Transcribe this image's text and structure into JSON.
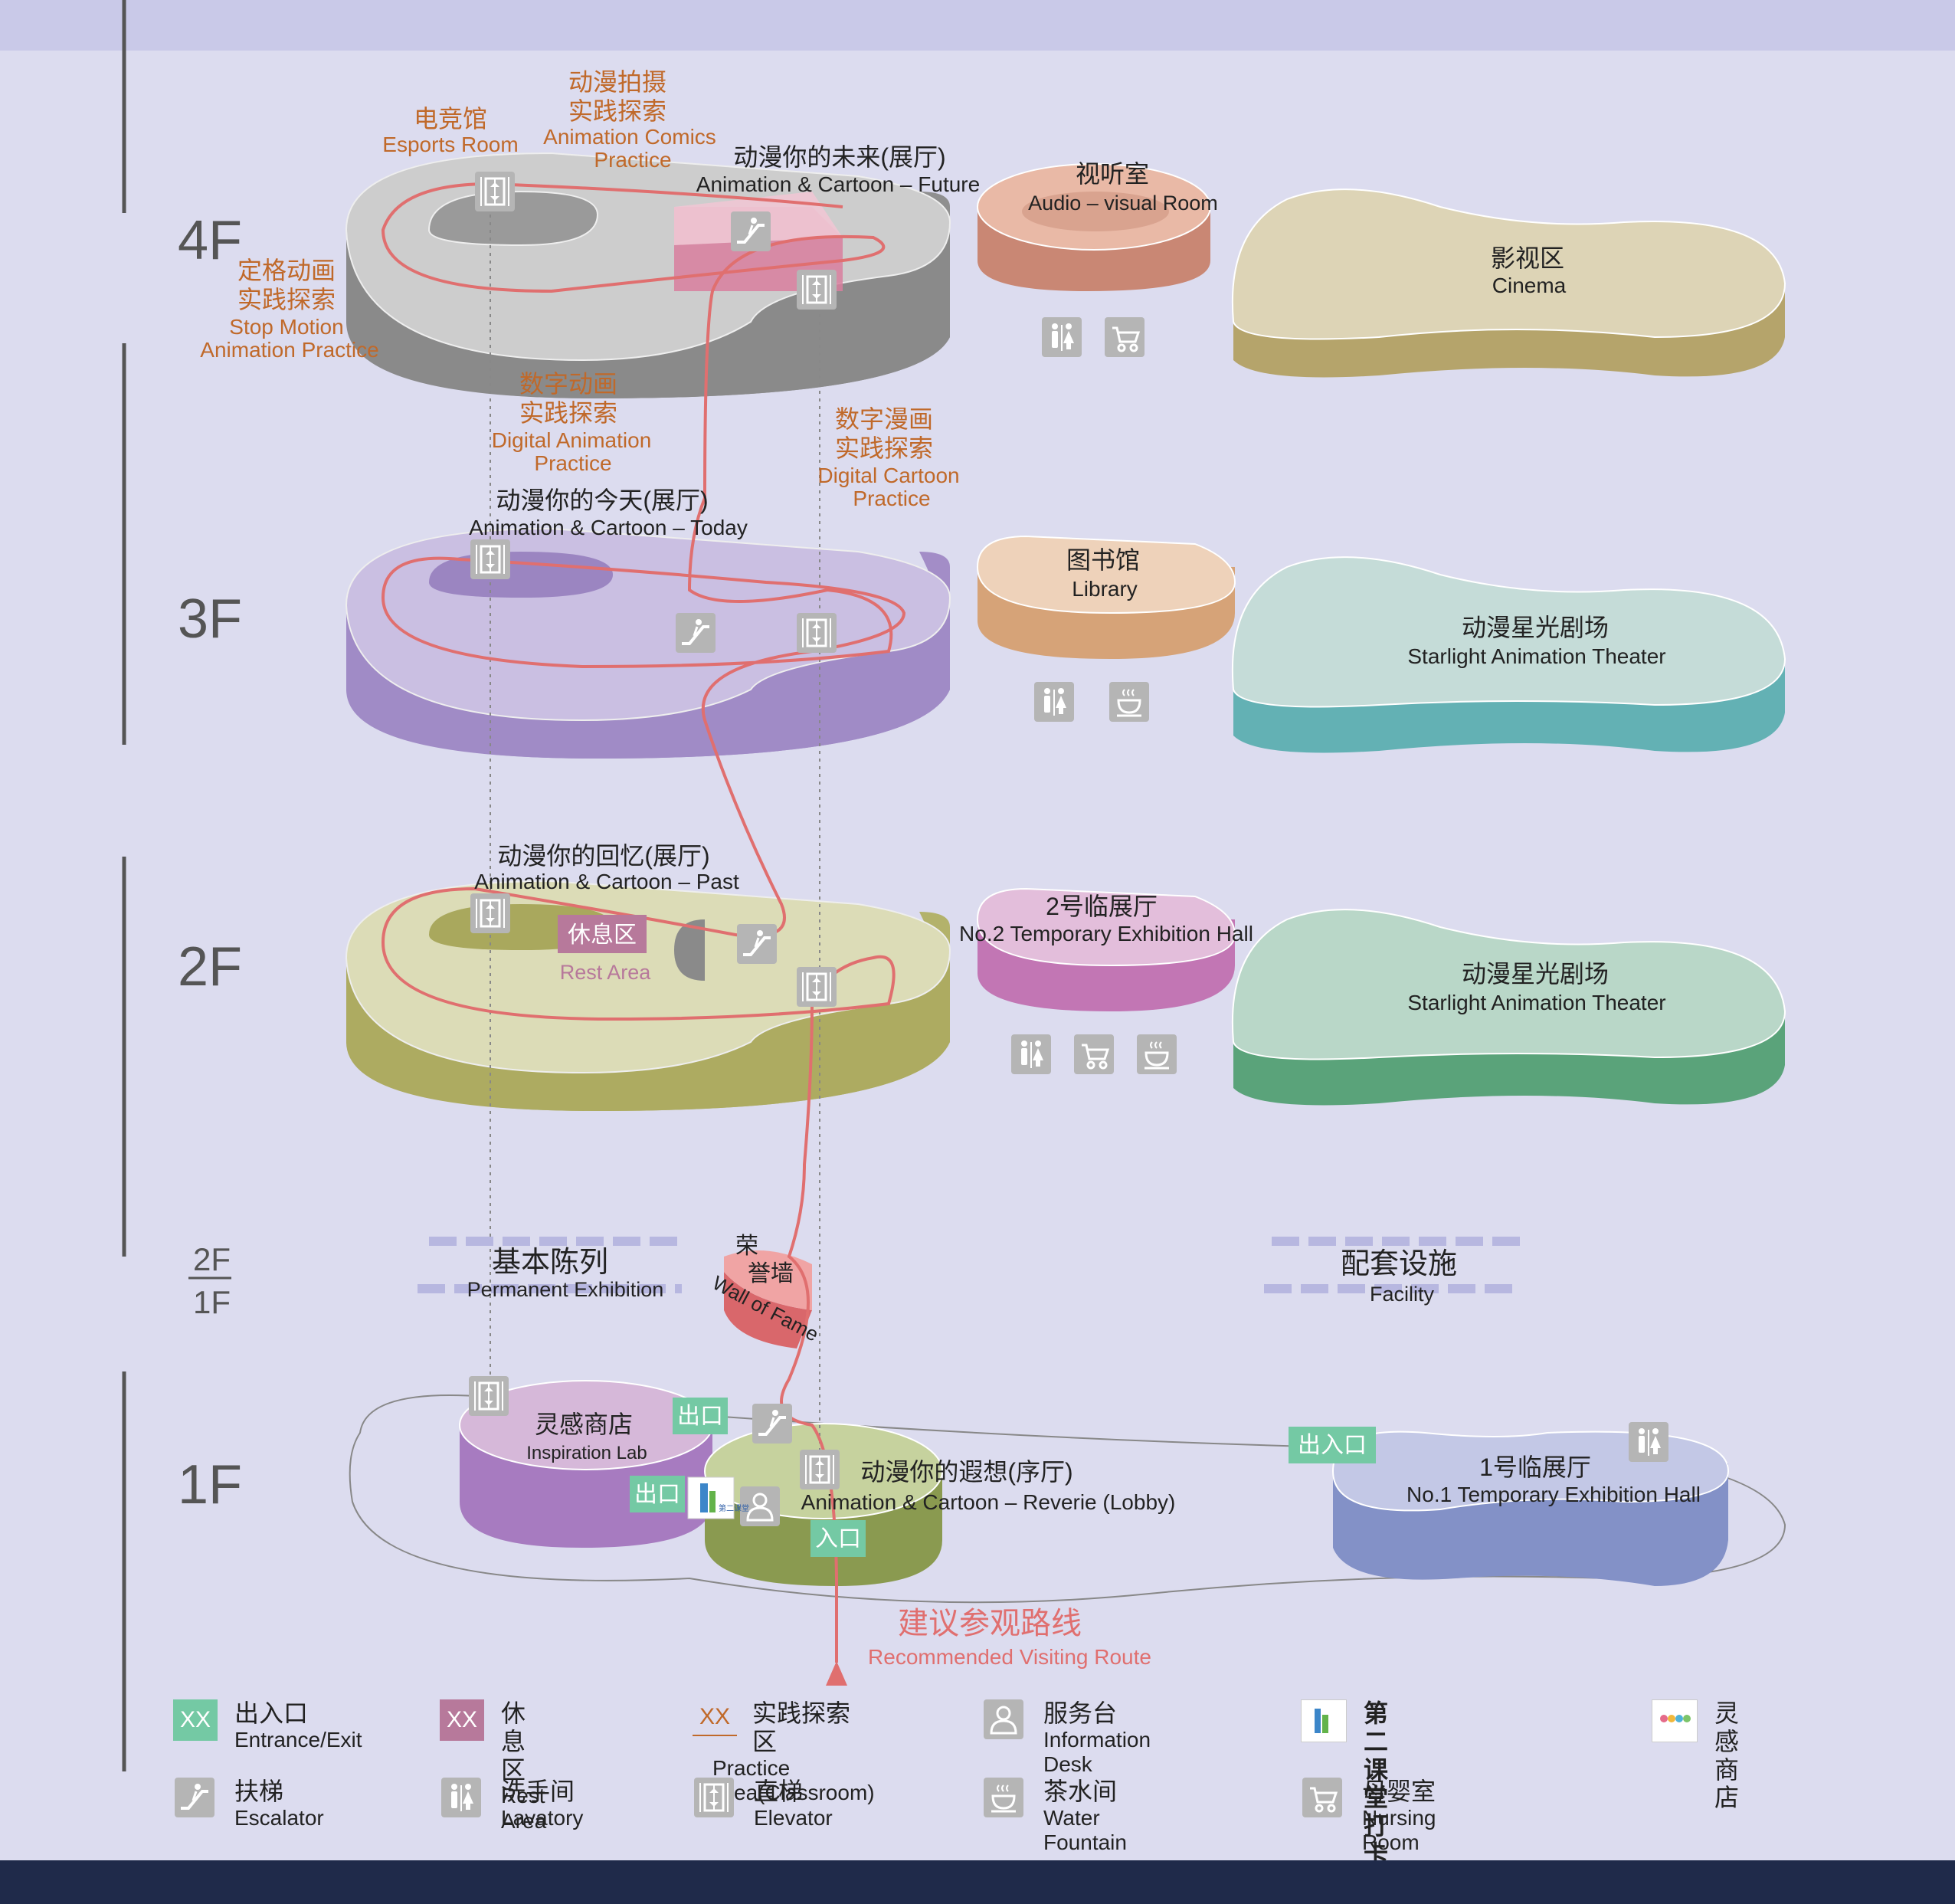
{
  "floors": {
    "f4": "4F",
    "f3": "3F",
    "f2": "2F",
    "f21_top": "2F",
    "f21_bot": "1F",
    "f1": "1F"
  },
  "labels4f": {
    "esports_cn": "电竞馆",
    "esports_en": "Esports Room",
    "comics_cn1": "动漫拍摄",
    "comics_cn2": "实践探索",
    "comics_en1": "Animation Comics",
    "comics_en2": "Practice",
    "future_cn": "动漫你的未来(展厅)",
    "future_en": "Animation & Cartoon – Future",
    "stop_cn1": "定格动画",
    "stop_cn2": "实践探索",
    "stop_en1": "Stop Motion",
    "stop_en2": "Animation Practice",
    "digi_cn1": "数字动画",
    "digi_cn2": "实践探索",
    "digi_en1": "Digital Animation",
    "digi_en2": "Practice",
    "cart_cn1": "数字漫画",
    "cart_cn2": "实践探索",
    "cart_en1": "Digital Cartoon",
    "cart_en2": "Practice",
    "av_cn": "视听室",
    "av_en": "Audio – visual Room",
    "cinema_cn": "影视区",
    "cinema_en": "Cinema"
  },
  "labels3f": {
    "today_cn": "动漫你的今天(展厅)",
    "today_en": "Animation & Cartoon – Today",
    "lib_cn": "图书馆",
    "lib_en": "Library",
    "theater_cn": "动漫星光剧场",
    "theater_en": "Starlight Animation Theater"
  },
  "labels2f": {
    "past_cn": "动漫你的回忆(展厅)",
    "past_en": "Animation & Cartoon – Past",
    "rest_cn": "休息区",
    "rest_en": "Rest Area",
    "temp2_cn": "2号临展厅",
    "temp2_en": "No.2 Temporary Exhibition Hall",
    "theater_cn": "动漫星光剧场",
    "theater_en": "Starlight Animation Theater"
  },
  "section": {
    "perm_cn": "基本陈列",
    "perm_en": "Permanent Exhibition",
    "fac_cn": "配套设施",
    "fac_en": "Facility",
    "wall_cn1": "荣",
    "wall_cn2": "誉墙",
    "wall_en": "Wall of Fame"
  },
  "labels1f": {
    "shop_cn": "灵感商店",
    "shop_en": "Inspiration Lab",
    "exit1": "出口",
    "exit2": "出口",
    "entrance": "入口",
    "inout": "出入口",
    "lobby_cn": "动漫你的遐想(序厅)",
    "lobby_en": "Animation & Cartoon – Reverie (Lobby)",
    "temp1_cn": "1号临展厅",
    "temp1_en": "No.1 Temporary Exhibition Hall",
    "checkin_badge": "第二课堂"
  },
  "route": {
    "cn": "建议参观路线",
    "en": "Recommended Visiting Route"
  },
  "legend": {
    "entrance": {
      "box": "XX",
      "cn": "出入口",
      "en": "Entrance/Exit"
    },
    "rest": {
      "box": "XX",
      "cn": "休息区",
      "en": "Rest Area"
    },
    "practice": {
      "box": "XX",
      "cn": "实践探索区",
      "en": "Practice Area(Classroom)"
    },
    "info": {
      "cn": "服务台",
      "en": "Information Desk"
    },
    "checkin": {
      "cn": "第二课堂打卡点"
    },
    "shop": {
      "cn": "灵感商店"
    },
    "escalator": {
      "cn": "扶梯",
      "en": "Escalator"
    },
    "lavatory": {
      "cn": "洗手间",
      "en": "Lavatory"
    },
    "elevator": {
      "cn": "直梯",
      "en": "Elevator"
    },
    "water": {
      "cn": "茶水间",
      "en": "Water Fountain"
    },
    "nursing": {
      "cn": "母婴室",
      "en": "Nursing Room"
    }
  },
  "colors": {
    "route": "#e06f6f",
    "orange_label": "#c0692a",
    "green_entrance": "#74c9a4",
    "rest_pink": "#b7799b",
    "icon_gray": "#b5b5b5"
  }
}
